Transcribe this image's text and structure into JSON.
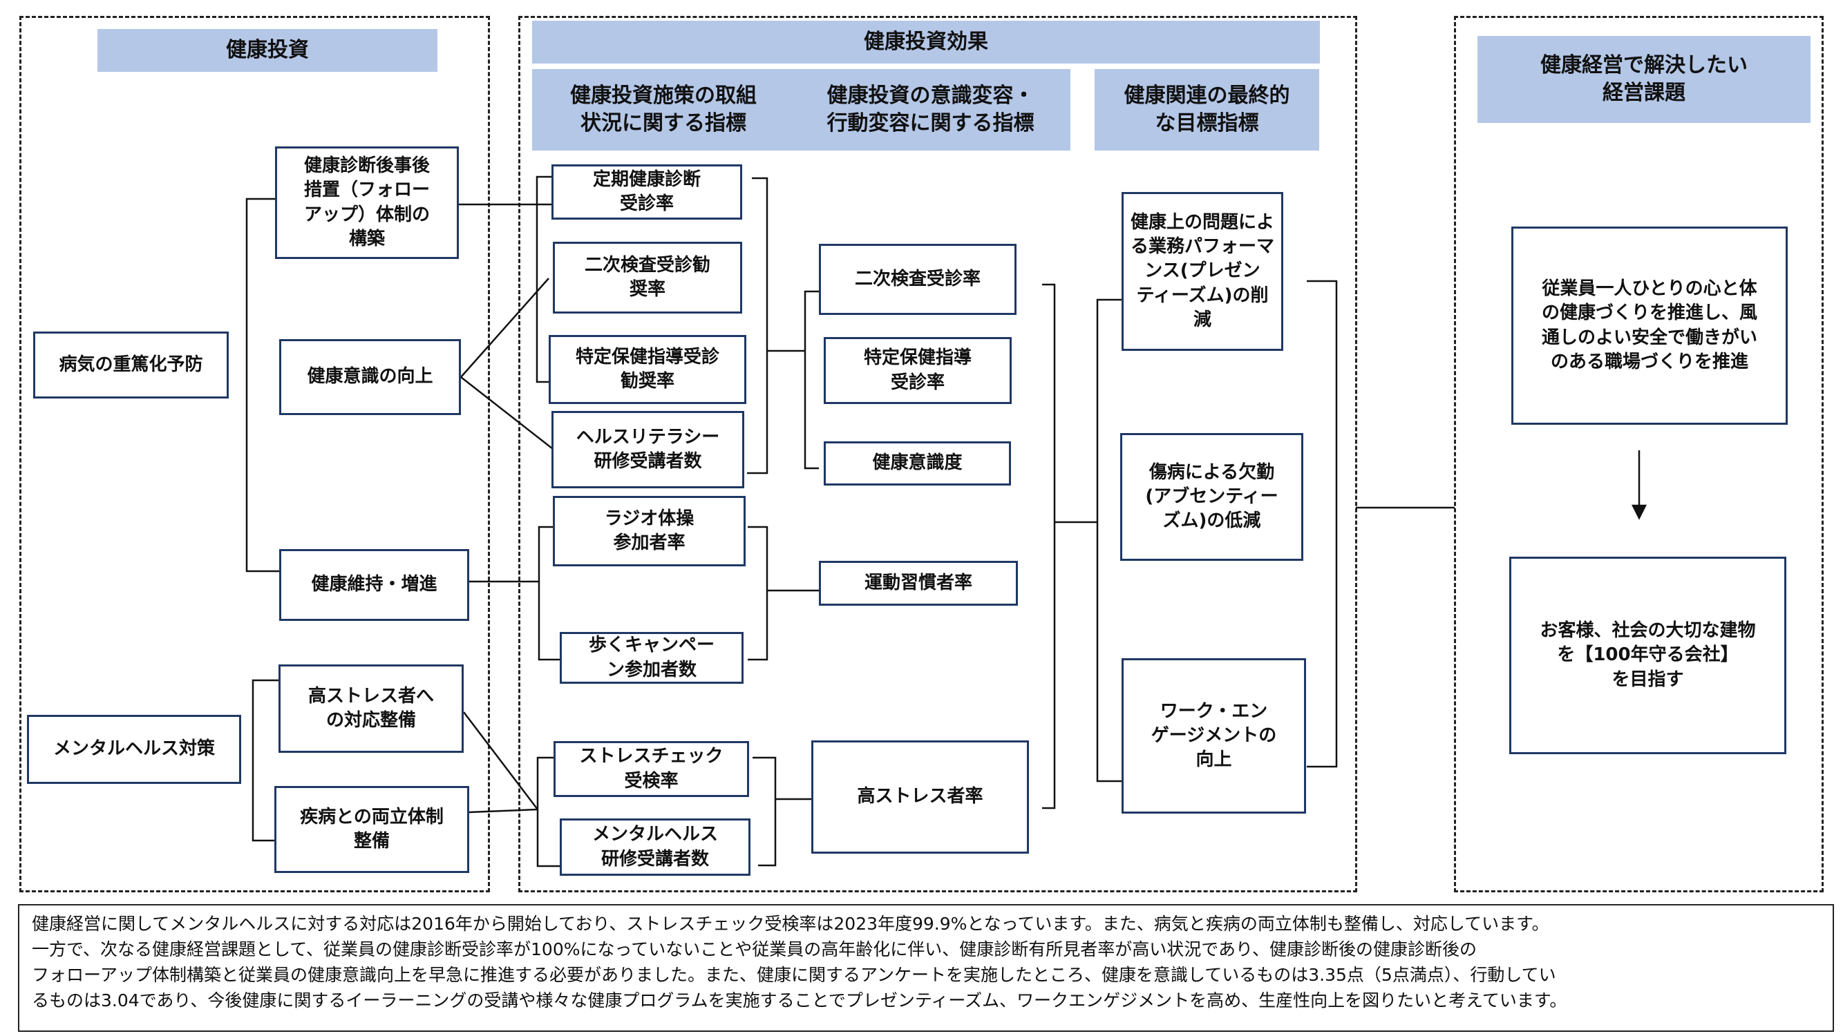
{
  "panels": {
    "investment": {
      "title": "健康投資"
    },
    "effects": {
      "title": "健康投資効果",
      "columns": [
        "健康投資施策の取組\n状況に関する指標",
        "健康投資の意識変容・\n行動変容に関する指標",
        "健康関連の最終的\nな目標指標"
      ]
    },
    "issues": {
      "title": "健康経営で解決したい\n経営課題"
    }
  },
  "investment_items": {
    "illness_prevention": "病気の重篤化予防",
    "mental_health": "メンタルヘルス対策",
    "followup_system": "健康診断後事後\n措置（フォロー\nアップ）体制の\n構築",
    "health_awareness": "健康意識の向上",
    "health_maintenance": "健康維持・増進",
    "high_stress_support": "高ストレス者へ\nの対応整備",
    "disease_balance": "疾病との両立体制\n整備"
  },
  "initiative_indicators": {
    "checkup_rate": "定期健康診断\n受診率",
    "secondary_recommend": "二次検査受診勧\n奨率",
    "specific_guidance_recommend": "特定保健指導受診\n勧奨率",
    "literacy_training": "ヘルスリテラシー\n研修受講者数",
    "radio_exercise": "ラジオ体操\n参加者率",
    "walking_campaign": "歩くキャンペー\nン参加者数",
    "stress_check": "ストレスチェック\n受検率",
    "mental_training": "メンタルヘルス\n研修受講者数"
  },
  "behavior_indicators": {
    "secondary_rate": "二次検査受診率",
    "specific_guidance_rate": "特定保健指導\n受診率",
    "awareness_level": "健康意識度",
    "exercise_habit": "運動習慣者率",
    "high_stress_rate": "高ストレス者率"
  },
  "final_indicators": {
    "presenteeism": "健康上の問題によ\nる業務パフォーマ\nンス(プレゼン\nティーズム)の削\n減",
    "absenteeism": "傷病による欠勤\n(アブセンティー\nズム)の低減",
    "engagement": "ワーク・エン\nゲージメントの\n向上"
  },
  "issue_items": {
    "workplace": "従業員一人ひとりの心と体\nの健康づくりを推進し、風\n通しのよい安全で働きがい\nのある職場づくりを推進",
    "goal": "お客様、社会の大切な建物\nを【100年守る会社】\nを目指す"
  },
  "note": "健康経営に関してメンタルヘルスに対する対応は2016年から開始しており、ストレスチェック受検率は2023年度99.9%となっています。また、病気と疾病の両立体制も整備し、対応しています。\n一方で、次なる健康経営課題として、従業員の健康診断受診率が100%になっていないことや従業員の高年齢化に伴い、健康診断有所見者率が高い状況であり、健康診断後の健康診断後の\nフォローアップ体制構築と従業員の健康意識向上を早急に推進する必要がありました。また、健康に関するアンケートを実施したところ、健康を意識しているものは3.35点（5点満点）、行動してい\nるものは3.04であり、今後健康に関するイーラーニングの受講や様々な健康プログラムを実施することでプレゼンティーズム、ワークエンゲジメントを高め、生産性向上を図りたいと考えています。"
}
